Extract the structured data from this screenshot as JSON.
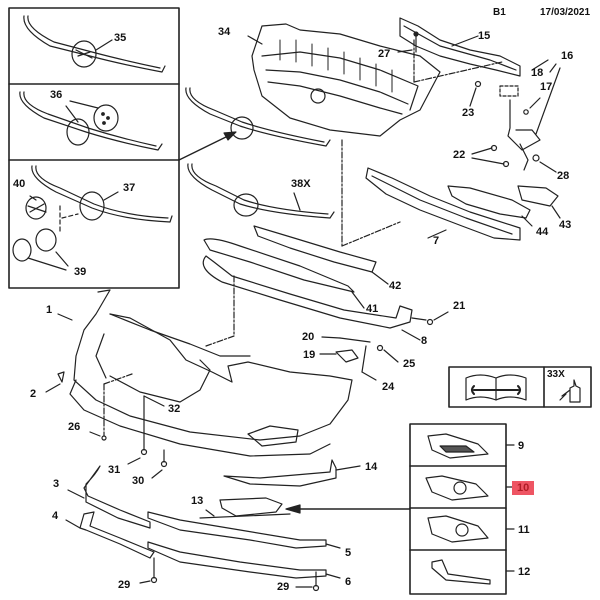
{
  "header": {
    "page_code": "B1",
    "date": "17/03/2021"
  },
  "callouts": {
    "c1": "1",
    "c2": "2",
    "c3": "3",
    "c4": "4",
    "c5": "5",
    "c6": "6",
    "c7": "7",
    "c8": "8",
    "c9": "9",
    "c10": "10",
    "c11": "11",
    "c12": "12",
    "c13": "13",
    "c14": "14",
    "c15": "15",
    "c16": "16",
    "c17": "17",
    "c18": "18",
    "c19": "19",
    "c20": "20",
    "c21": "21",
    "c22": "22",
    "c23": "23",
    "c24": "24",
    "c25": "25",
    "c26": "26",
    "c27": "27",
    "c28": "28",
    "c29a": "29",
    "c29b": "29",
    "c30": "30",
    "c31": "31",
    "c32": "32",
    "c34": "34",
    "c35": "35",
    "c36": "36",
    "c37": "37",
    "c38x": "38X",
    "c39": "39",
    "c40": "40",
    "c41": "41",
    "c42": "42",
    "c43": "43",
    "c44": "44"
  },
  "legend_box": {
    "manual_icon": "book-wrench-icon",
    "adhesive_code": "33X",
    "adhesive_icon": "adhesive-bottle-icon"
  },
  "highlight": {
    "part": "10",
    "color": "#ee5563"
  },
  "variant_panels": {
    "parts": [
      "9",
      "10",
      "11",
      "12"
    ]
  },
  "inset_panels": {
    "parts": [
      "35",
      "36",
      "37"
    ]
  }
}
